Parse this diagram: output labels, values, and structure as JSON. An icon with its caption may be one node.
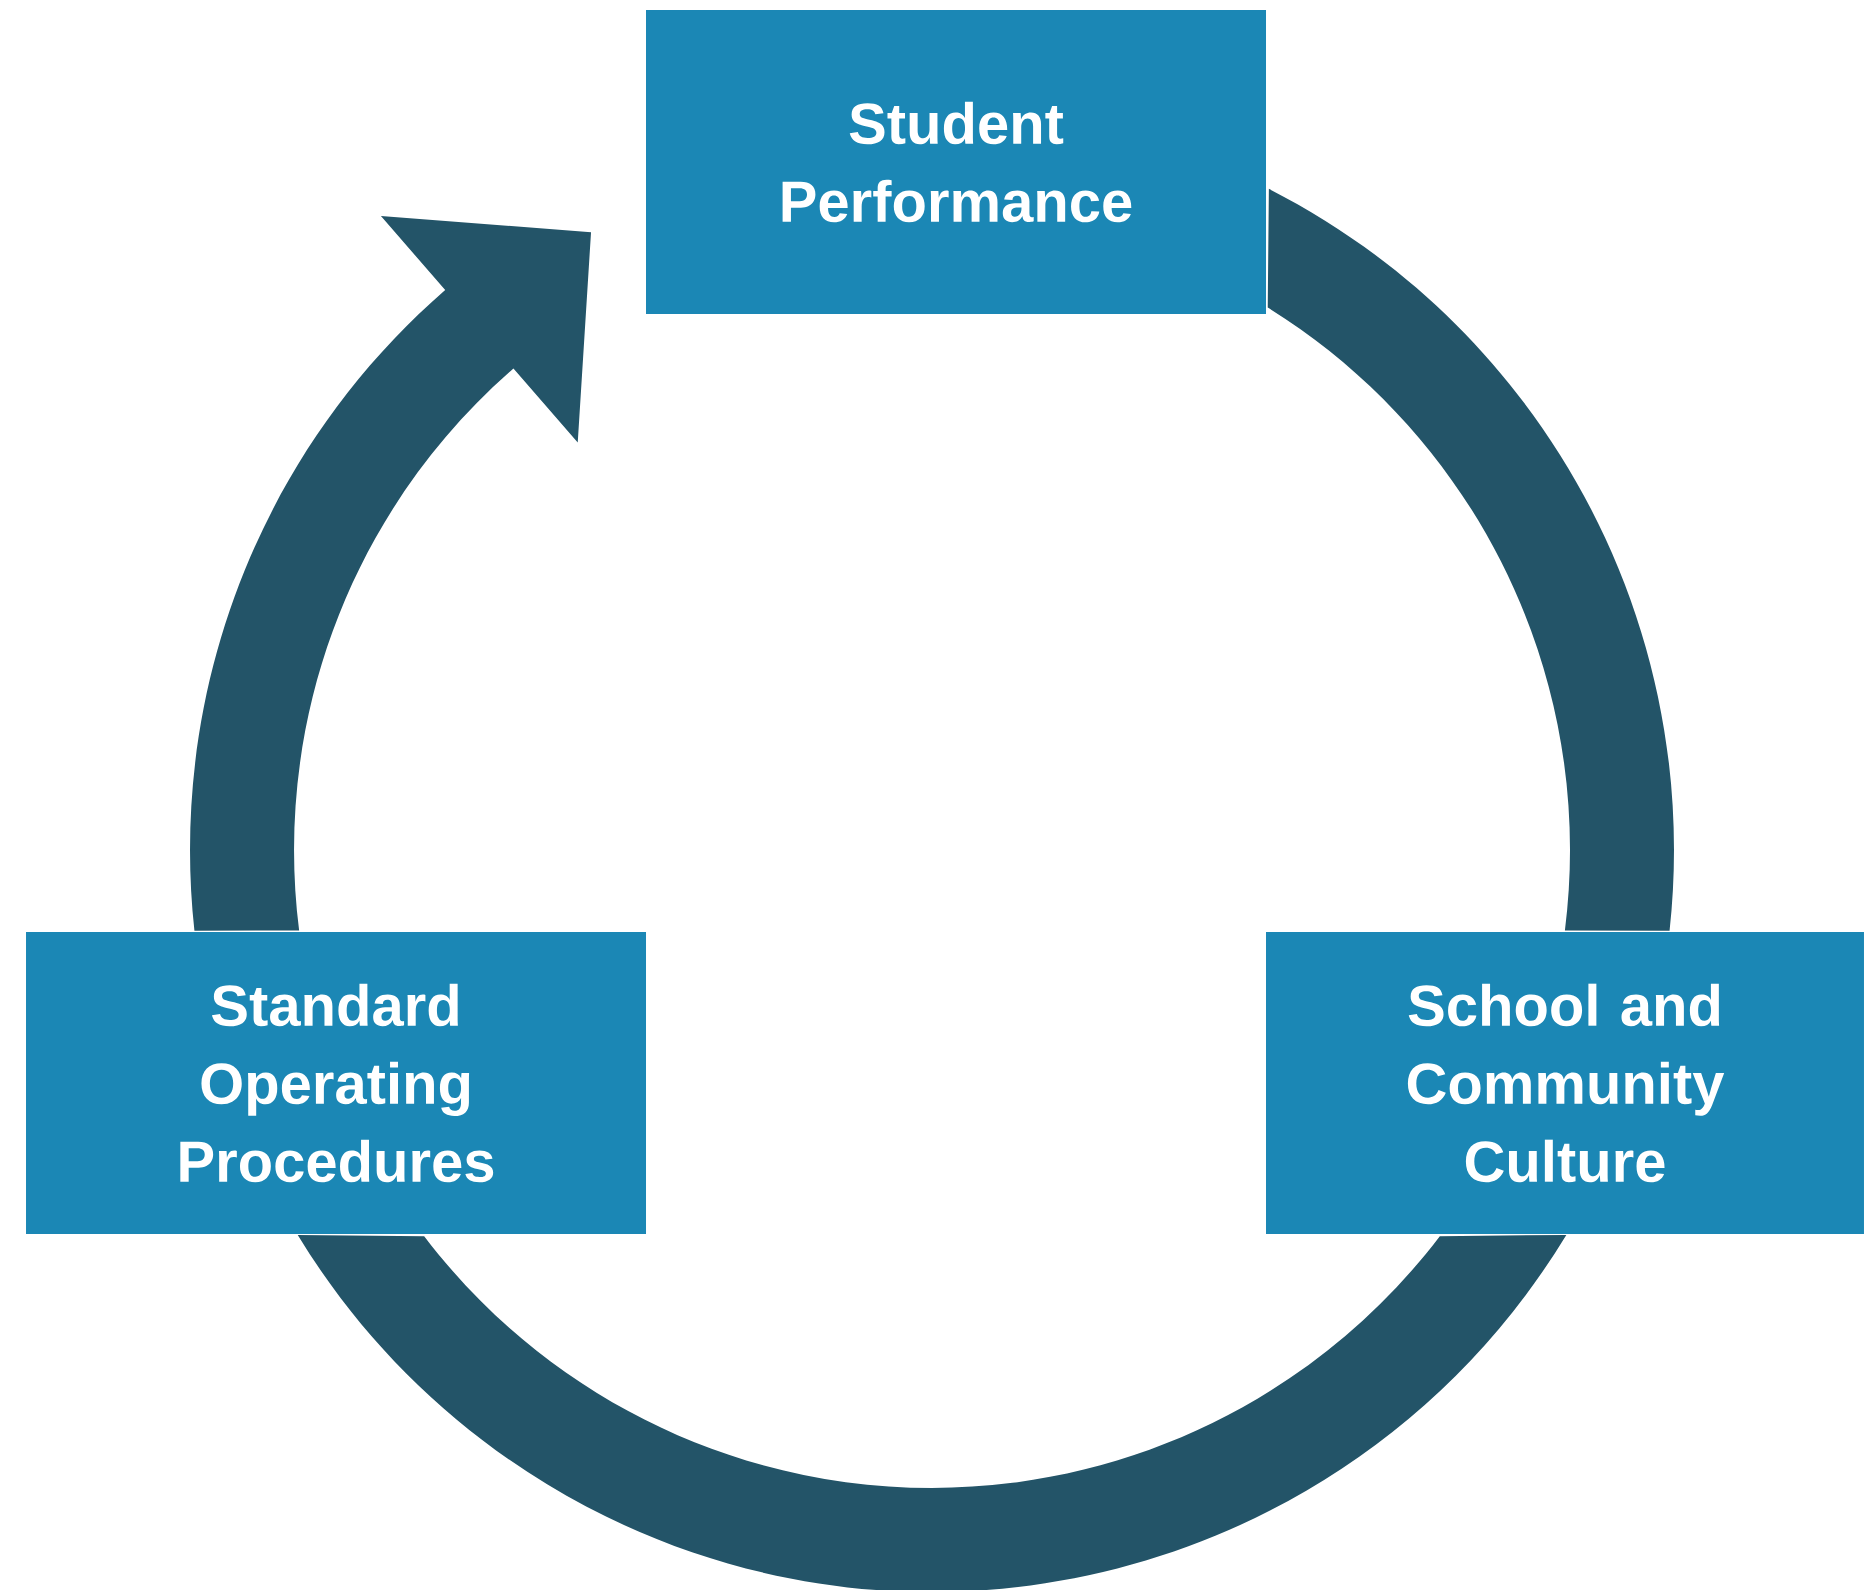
{
  "diagram": {
    "nodes": [
      {
        "text": [
          "Student Performance"
        ]
      },
      {
        "text": [
          "Standard Operating Procedures"
        ]
      },
      {
        "text": [
          "School and Community Culture"
        ]
      }
    ],
    "edges": [
      {
        "from": 1,
        "to": 0,
        "arrow": "to"
      },
      {
        "from": 0,
        "to": 2,
        "arrow": "none"
      },
      {
        "from": 2,
        "to": 1,
        "arrow": "none"
      }
    ]
  }
}
